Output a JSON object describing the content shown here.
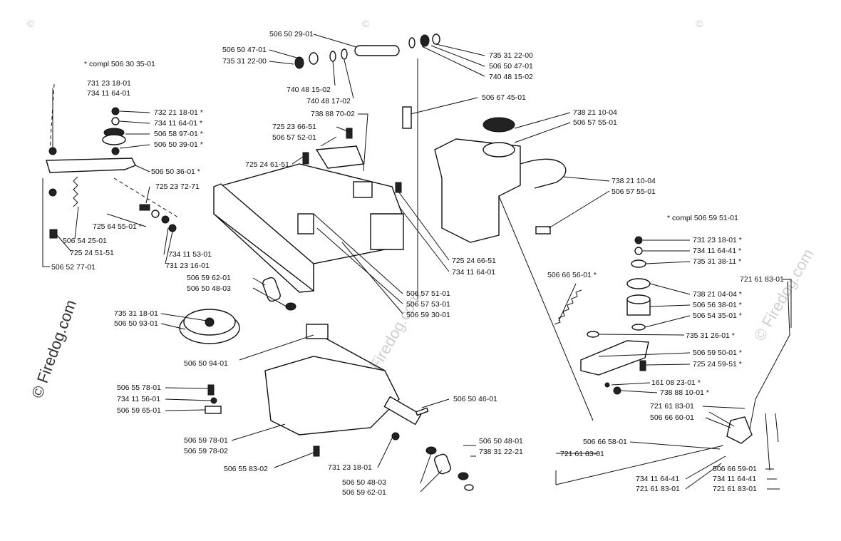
{
  "watermark": {
    "brand": "© Firedog.com",
    "copyright": "©"
  },
  "notes": {
    "assembly_left": "* compl 506 30 35-01",
    "assembly_right": "* compl 506 59 51-01"
  },
  "labels": [
    "506 50 29-01",
    "506 50 47-01",
    "735 31 22-00",
    "740 48 15-02",
    "740 48 17-02",
    "735 31 22-00",
    "506 50 47-01",
    "740 48 15-02",
    "731 23 18-01",
    "734 11 64-01",
    "732 21 18-01 *",
    "734 11 64-01 *",
    "506 58 97-01 *",
    "506 50 39-01 *",
    "506 50 36-01 *",
    "725 23 72-71",
    "725 64 55-01 *",
    "506 54 25-01",
    "725 24 51-51",
    "506 52 77-01",
    "734 11 53-01",
    "731 23 16-01",
    "738 88 70-02",
    "725 23 66-51",
    "506 57 52-01",
    "725 24 61-51",
    "506 67 45-01",
    "738 21 10-04",
    "506 57 55-01",
    "738 21 10-04",
    "506 57 55-01",
    "725 24 66-51",
    "734 11 64-01",
    "506 59 62-01",
    "506 50 48-03",
    "735 31 18-01",
    "506 50 93-01",
    "506 57 51-01",
    "506 57 53-01",
    "506 59 30-01",
    "506 50 94-01",
    "506 55 78-01",
    "734 11 56-01",
    "506 59 65-01",
    "506 59 78-01",
    "506 59 78-02",
    "506 55 83-02",
    "506 50 46-01",
    "506 50 48-01",
    "738 31 22-21",
    "731 23 18-01",
    "506 50 48-03",
    "506 59 62-01",
    "731 23 18-01 *",
    "734 11 64-41 *",
    "735 31 38-11 *",
    "506 66 56-01 *",
    "738 21 04-04 *",
    "506 56 38-01 *",
    "506 54 35-01 *",
    "735 31 26-01 *",
    "506 59 50-01 *",
    "725 24 59-51 *",
    "161 08 23-01 *",
    "738 88 10-01 *",
    "721 61 83-01",
    "721 61 83-01",
    "506 66 60-01",
    "506 66 58-01",
    "721 61 83-01",
    "734 11 64-41",
    "721 61 83-01",
    "506 66 59-01",
    "734 11 64-41",
    "721 61 83-01"
  ],
  "icons": {
    "bolt": "hex-bolt-icon",
    "washer": "washer-icon",
    "nut": "hex-nut-icon"
  }
}
